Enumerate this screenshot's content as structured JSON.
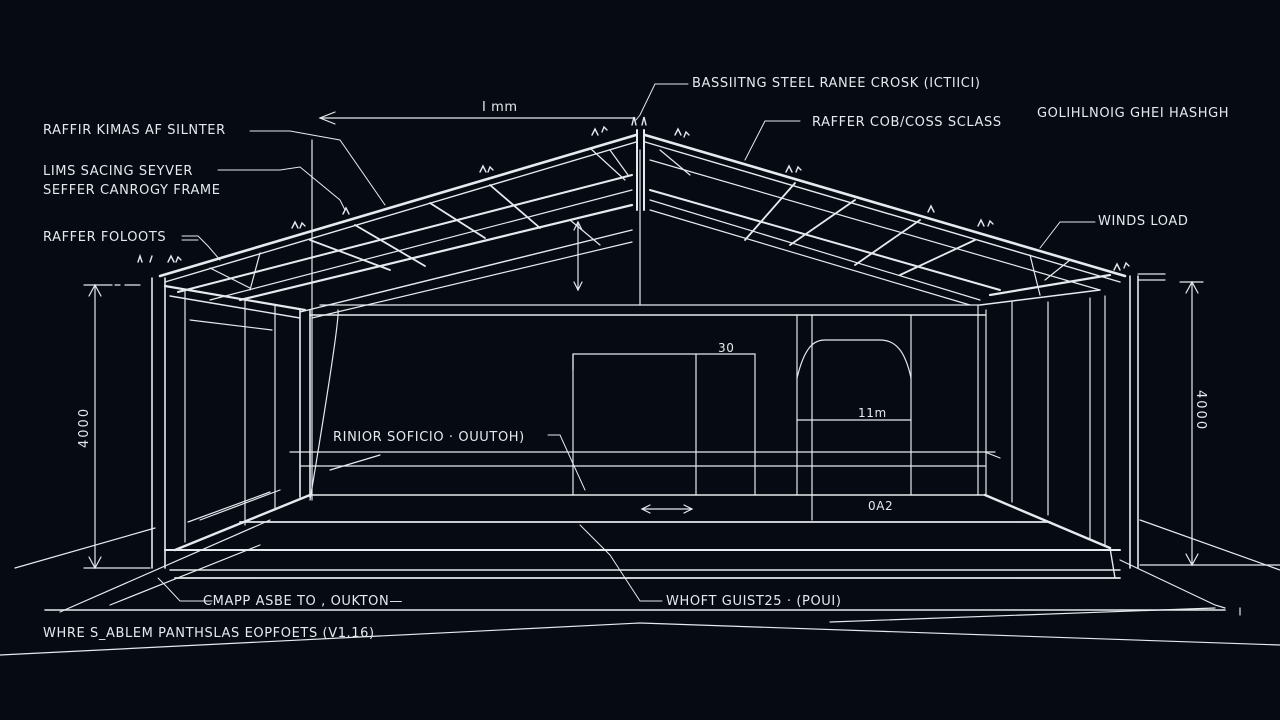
{
  "drawing": {
    "background": "#060a12",
    "line_color": "#e6e9ee",
    "labels": {
      "rafter_kimas": "RAFFIR KIMAS AF SILNTER",
      "lims_sacing": "LIMS SACING SEYVER",
      "seffer_canrogy": "SEFFER CANROGY FRAME",
      "rafter_foloots": "RAFFER FOLOOTS",
      "top_dimension": "I mm",
      "bassiitng_steel": "BASSIITNG STEEL RANEE CROSK (ICTIICI)",
      "rafter_cob": "RAFFER COB/COSS SCLASS",
      "golihlnoig": "GOLIHLNOIG GHEI HASHGH",
      "winds_load": "WINDS LOAD",
      "rinior_soficio": "RINIOR SOFICIO · OUUTOH)",
      "door_dim": "30",
      "window_dim": "11m",
      "floor_dim": "0A2",
      "cmapp_asbe": "CMAPP ASBE TO , OUKTON—",
      "whoft_guist": "WHOFT GUIST25 · (POUI)",
      "whre_sablem": "WHRE S_ABLEM PANTHSLAS EOPFOETS (V1.16)"
    },
    "dimensions": {
      "left_height": "4000",
      "right_height": "4000"
    }
  }
}
